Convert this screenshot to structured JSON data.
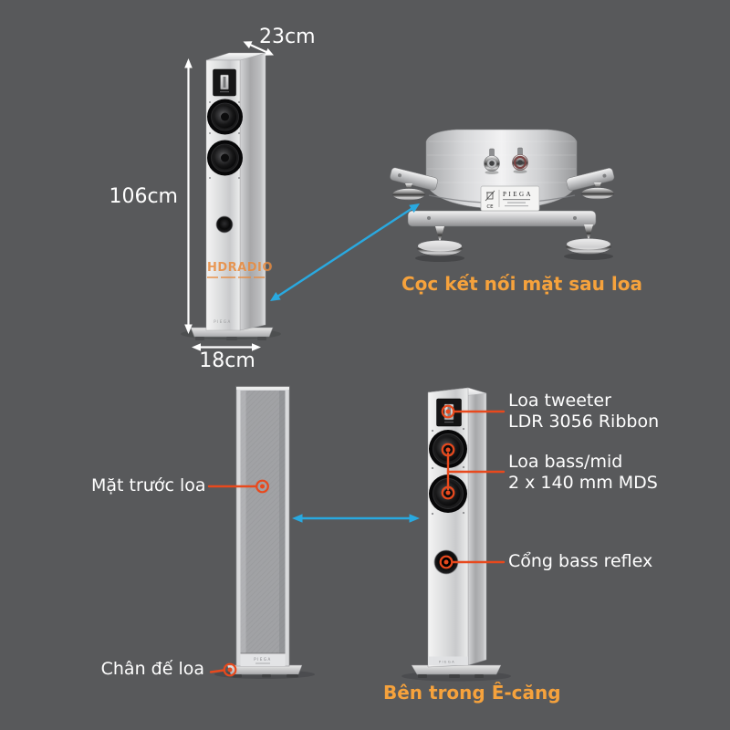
{
  "colors": {
    "background": "#58595B",
    "accent_orange": "#F6A23C",
    "annotation_red": "#E8491D",
    "arrow_blue": "#29A9E0",
    "text_white": "#FFFFFF"
  },
  "diagram": {
    "dimensions": {
      "top_width": "23cm",
      "height": "106cm",
      "base_depth": "18cm"
    },
    "captions": {
      "connector": "Cọc kết nối mặt sau loa",
      "grille_inside": "Bên trong Ê-căng"
    },
    "labels": {
      "front": "Mặt trước loa",
      "base": "Chân đế loa",
      "tweeter_line1": "Loa tweeter",
      "tweeter_line2": "LDR 3056 Ribbon",
      "bass_line1": "Loa bass/mid",
      "bass_line2": "2 x 140 mm MDS",
      "port": "Cổng bass reflex"
    },
    "brand": {
      "speaker": "PIEGA",
      "ce": "CE"
    },
    "watermark": {
      "text": "HDRADIO"
    }
  }
}
